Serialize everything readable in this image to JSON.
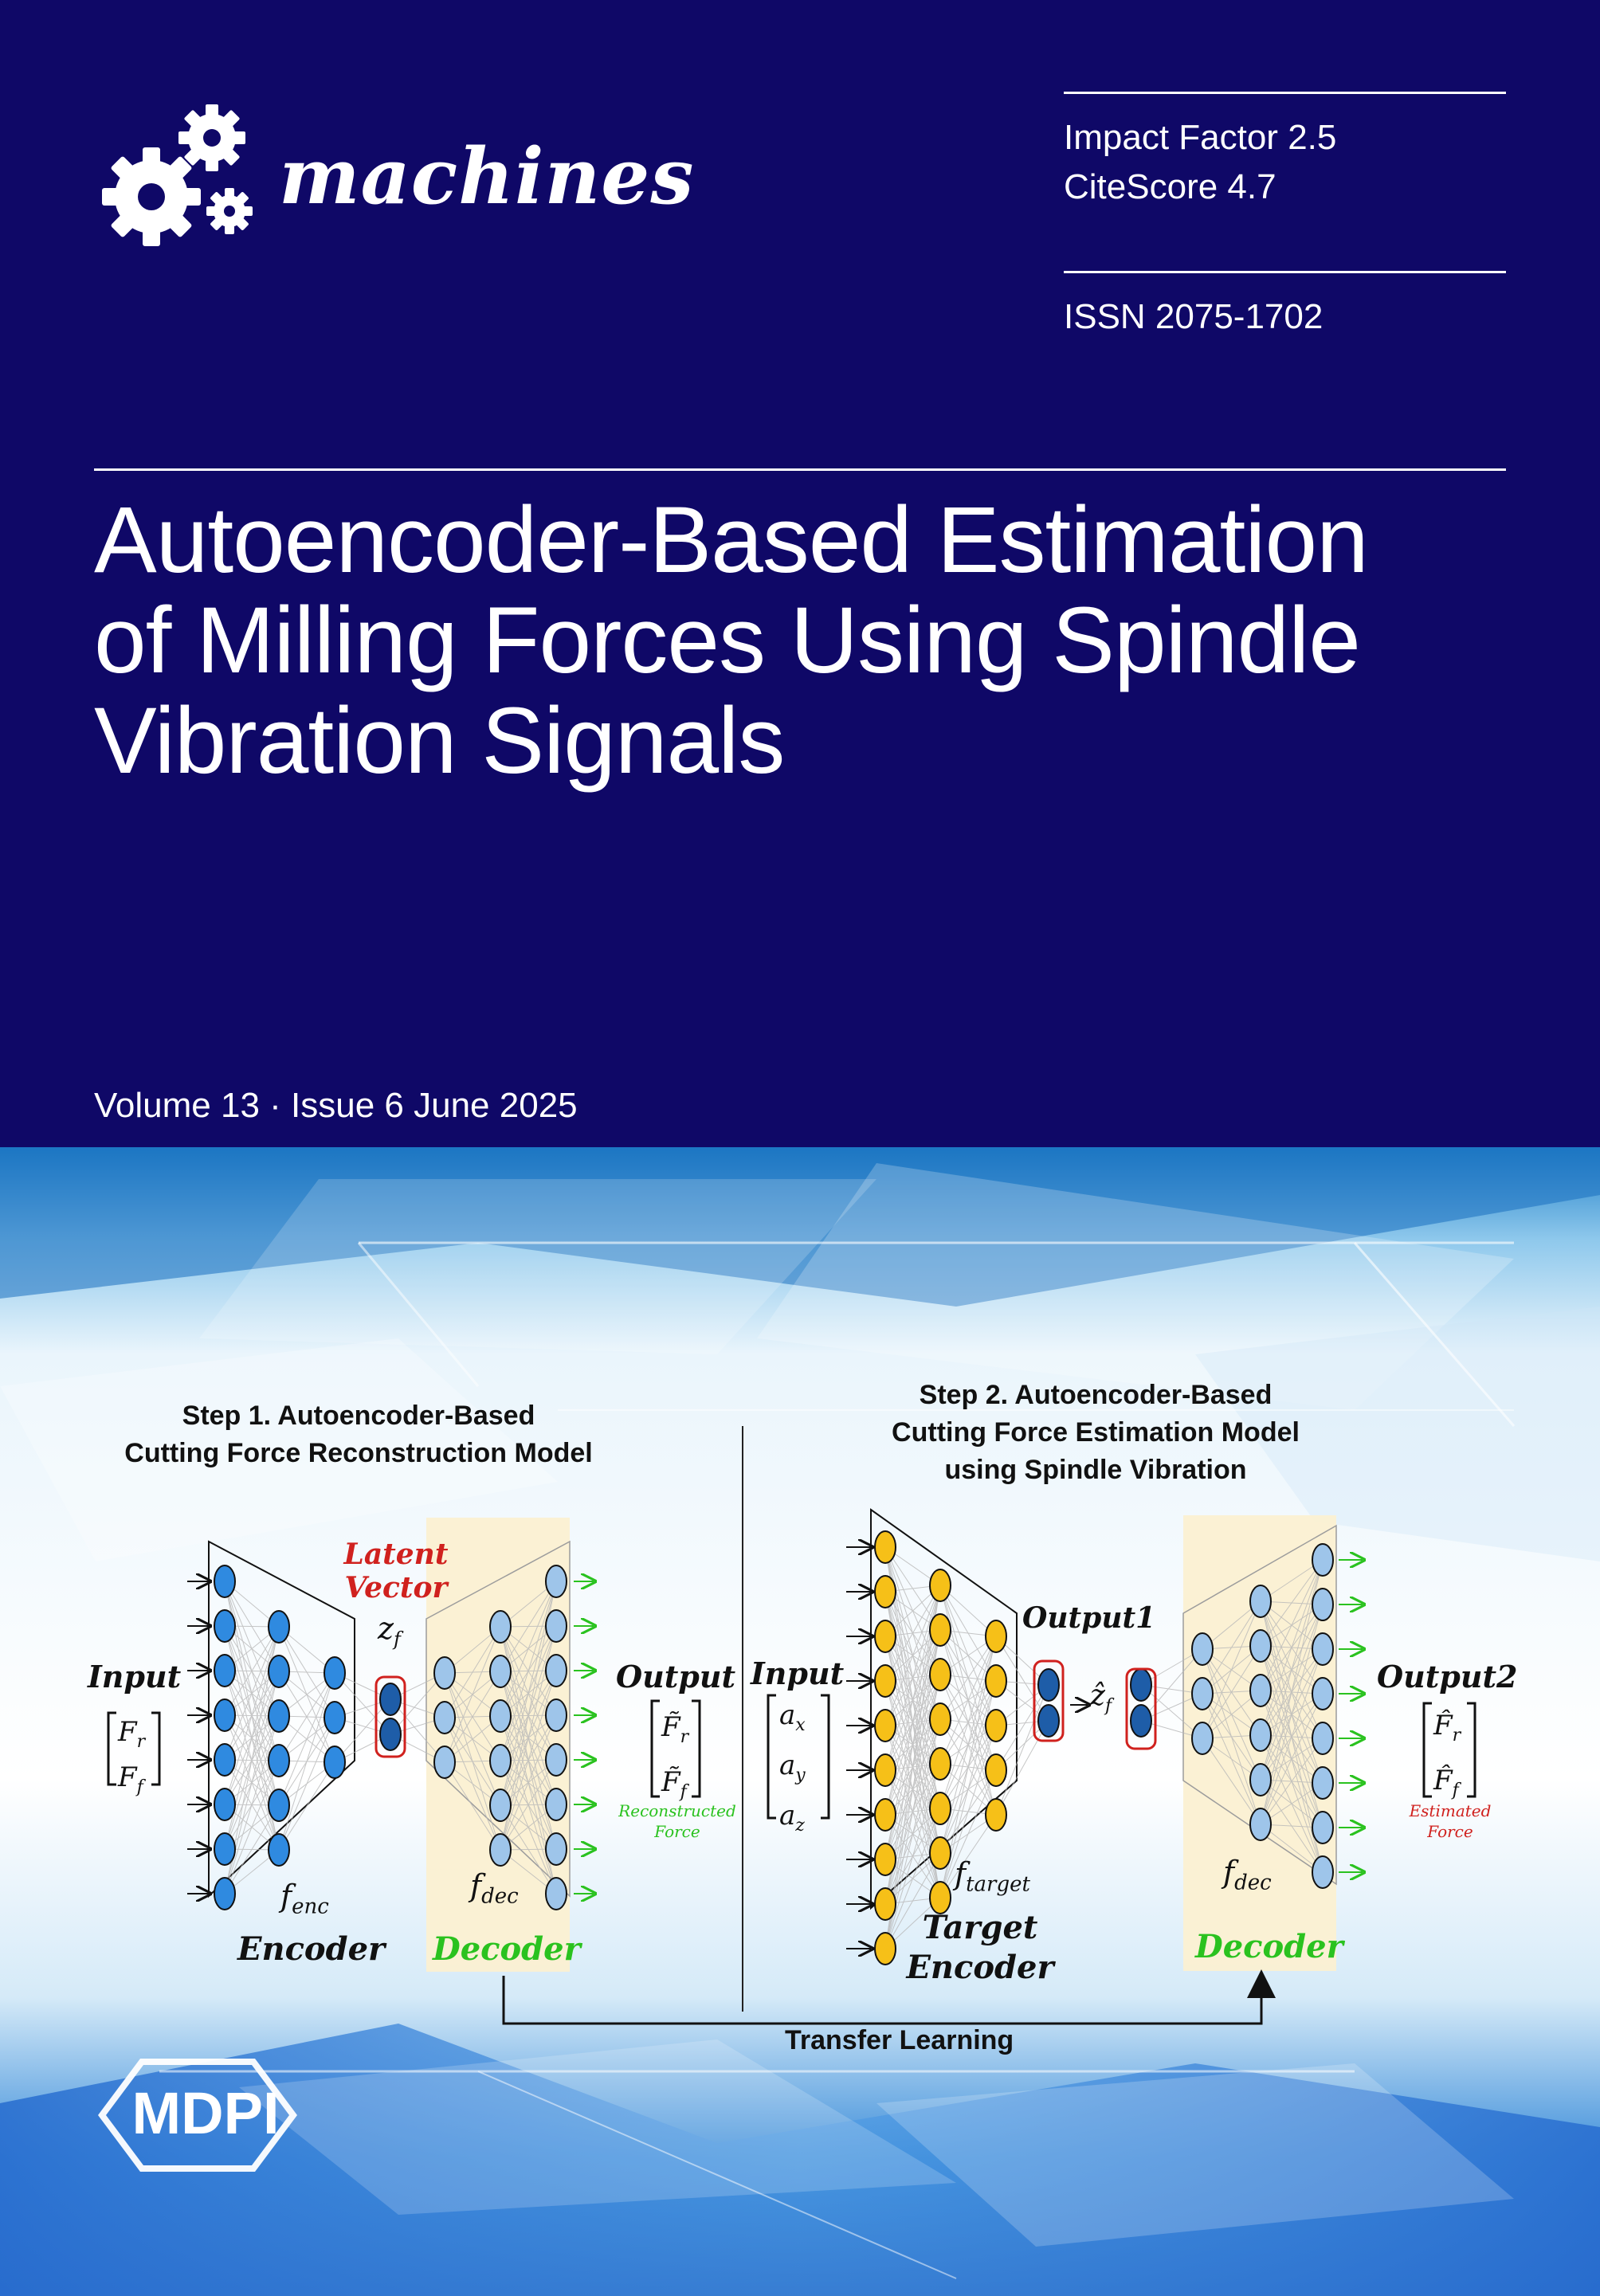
{
  "journal": {
    "name": "machines",
    "impact_factor": "Impact Factor 2.5",
    "citescore": "CiteScore 4.7",
    "issn": "ISSN 2075-1702"
  },
  "article": {
    "title_line1": "Autoencoder-Based Estimation",
    "title_line2": "of Milling Forces Using Spindle",
    "title_line3": "Vibration Signals"
  },
  "issue": {
    "text": "Volume 13 · Issue 6 June 2025"
  },
  "figure": {
    "step1_line1": "Step 1. Autoencoder-Based",
    "step1_line2": "Cutting Force Reconstruction Model",
    "step2_line1": "Step 2. Autoencoder-Based",
    "step2_line2": "Cutting Force Estimation Model",
    "step2_line3": "using Spindle Vibration",
    "latent_line1": "Latent",
    "latent_line2": "Vector",
    "input_label": "Input",
    "output_label": "Output",
    "output1_label": "Output1",
    "output2_label": "Output2",
    "encoder_label": "Encoder",
    "decoder_label": "Decoder",
    "target_label": "Target",
    "target_encoder_label": "Encoder",
    "reconstructed_line1": "Reconstructed",
    "reconstructed_line2": "Force",
    "estimated_line1": "Estimated",
    "estimated_line2": "Force",
    "transfer_label": "Transfer Learning",
    "f_enc_base": "f",
    "f_enc_sub": "enc",
    "f_dec_base": "f",
    "f_dec_sub": "dec",
    "f_target_base": "f",
    "f_target_sub": "target",
    "f_dec2_base": "f",
    "f_dec2_sub": "dec",
    "z_base": "z",
    "z_sub": "f",
    "zhat_base": "ẑ",
    "zhat_sub": "f",
    "vec1_r": "F",
    "vec1_r_sub": "r",
    "vec1_f": "F",
    "vec1_f_sub": "f",
    "vec2_r": "F̃",
    "vec2_r_sub": "r",
    "vec2_f": "F̃",
    "vec2_f_sub": "f",
    "vec3_x": "a",
    "vec3_x_sub": "x",
    "vec3_y": "a",
    "vec3_y_sub": "y",
    "vec3_z": "a",
    "vec3_z_sub": "z",
    "vec4_r": "F̂",
    "vec4_r_sub": "r",
    "vec4_f": "F̂",
    "vec4_f_sub": "f"
  },
  "publisher": {
    "name": "MDPI"
  },
  "colors": {
    "navy": "#0f0867",
    "encoder_node": "#2f8ae0",
    "decoder_node": "#9ec5ea",
    "target_node": "#f6c018",
    "latent_node": "#1e5da8",
    "decoder_panel": "#fbf0d2",
    "latent_red": "#d0211e",
    "decoder_green": "#2ac21f"
  }
}
